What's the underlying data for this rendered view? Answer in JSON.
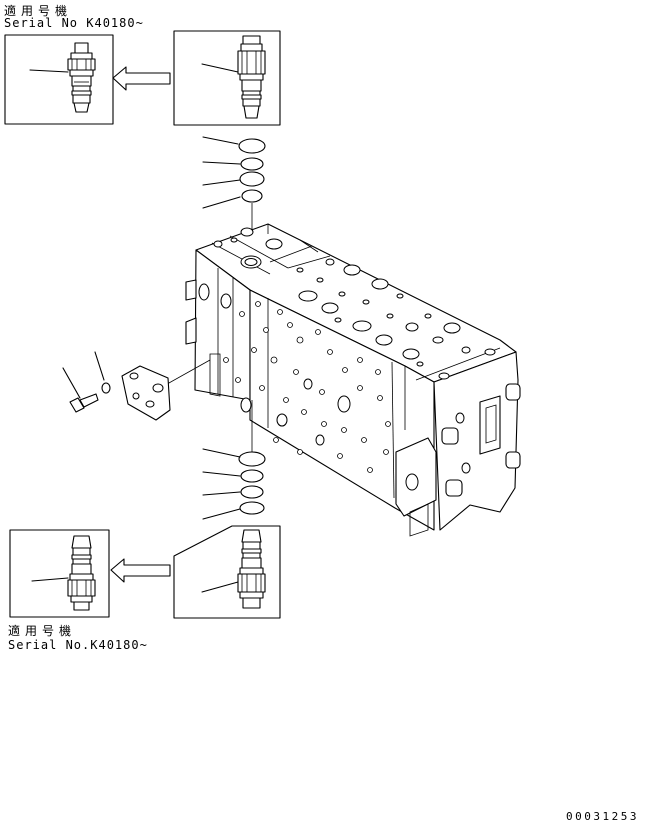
{
  "notes": {
    "top_applicable": "適用号機",
    "top_serial": "Serial No K40180~",
    "bottom_applicable": "適用号機",
    "bottom_serial": "Serial No.K40180~"
  },
  "figure_code": "00031253",
  "icons": [
    "arrow-left-icon",
    "arrow-left-icon"
  ],
  "colors": {
    "ink": "#000000",
    "paper": "#ffffff"
  }
}
